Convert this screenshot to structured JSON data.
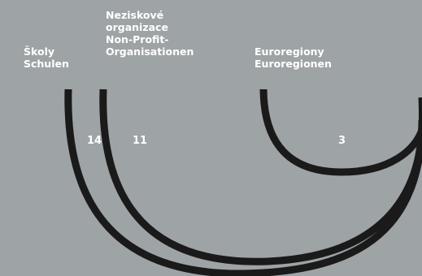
{
  "colors": {
    "background": "#9ea3a5",
    "stroke": "#1a1a1a",
    "text": "#ffffff"
  },
  "groups": [
    {
      "lines": [
        "Školy",
        "Schulen"
      ],
      "count": "14"
    },
    {
      "lines": [
        "Neziskové",
        "organizace",
        "Non-Profit-",
        "Organisationen"
      ],
      "count": "11"
    },
    {
      "lines": [
        "Euroregiony",
        "Euroregionen"
      ],
      "count": "3"
    }
  ]
}
